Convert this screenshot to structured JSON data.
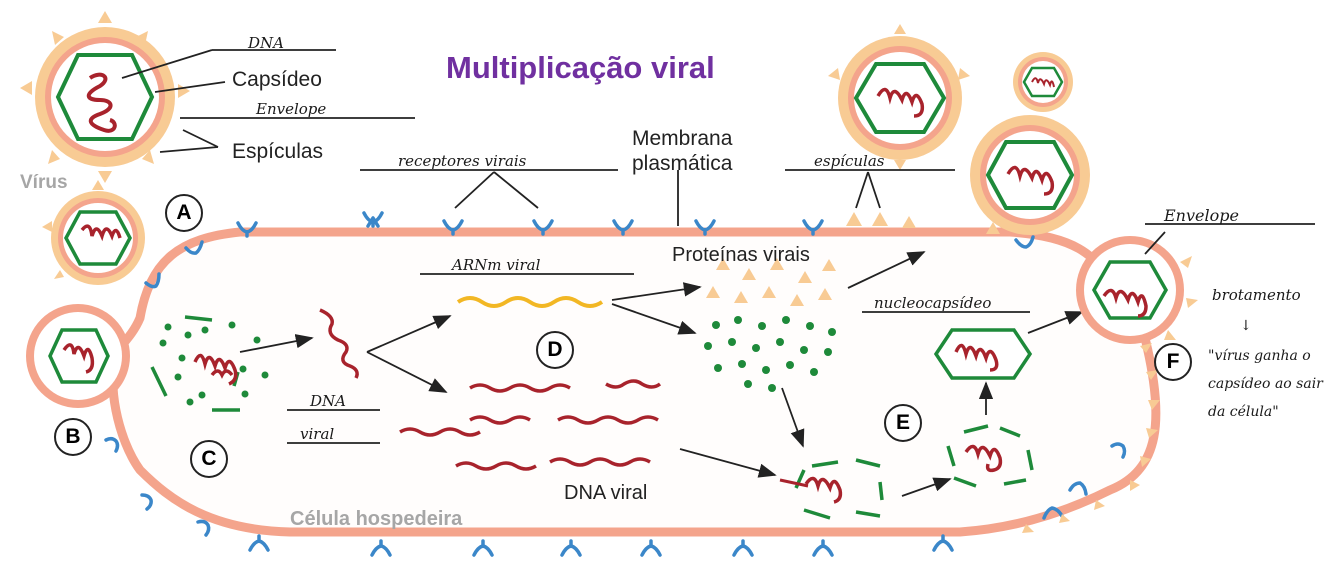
{
  "title": "Multiplicação viral",
  "labels": {
    "capsid": "Capsídeo",
    "spicules": "Espículas",
    "virus": "Vírus",
    "membrane_line1": "Membrana",
    "membrane_line2": "plasmática",
    "viral_proteins": "Proteínas virais",
    "viral_dna": "DNA viral",
    "host_cell": "Célula hospedeira"
  },
  "stages": [
    "A",
    "B",
    "C",
    "D",
    "E",
    "F"
  ],
  "handwritten": {
    "dna_top": "DNA",
    "envelope_top": "Envelope",
    "viral_receptors": "receptores virais",
    "spicules_mid": "espículas",
    "arnm_viral": "ARNm viral",
    "dna_mid": "DNA",
    "viral_mid": "viral",
    "nucleocapsid": "nucleocapsídeo",
    "envelope_right": "Envelope",
    "budding": "brotamento",
    "arrow_down": "↓",
    "note_line1": "\"vírus ganha o",
    "note_line2": "capsídeo ao sair",
    "note_line3": "da célula\""
  },
  "colors": {
    "title": "#7030a0",
    "membrane": "#f4a48c",
    "capsid": "#1e8a3a",
    "genome": "#a8232c",
    "mrna": "#f2b724",
    "receptor": "#3b87c9",
    "spike": "#f8cb94"
  }
}
